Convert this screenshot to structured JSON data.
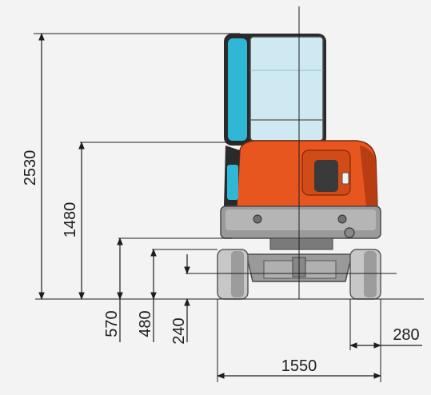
{
  "dimensions": {
    "overall_height": "2530",
    "cab_floor_height": "1480",
    "upper_frame_clearance": "570",
    "lower_frame_height": "480",
    "ground_clearance": "240",
    "shoe_width": "280",
    "track_width": "1550"
  },
  "colors": {
    "background": "#f3f3f3",
    "body_orange": "#e8561f",
    "body_dark_orange": "#b83d12",
    "glass": "#cfe9f2",
    "glass_cyan": "#2fb7d6",
    "track_gray": "#c7c7c7",
    "frame_gray": "#8a8a8a",
    "line": "#1e1e1e"
  }
}
